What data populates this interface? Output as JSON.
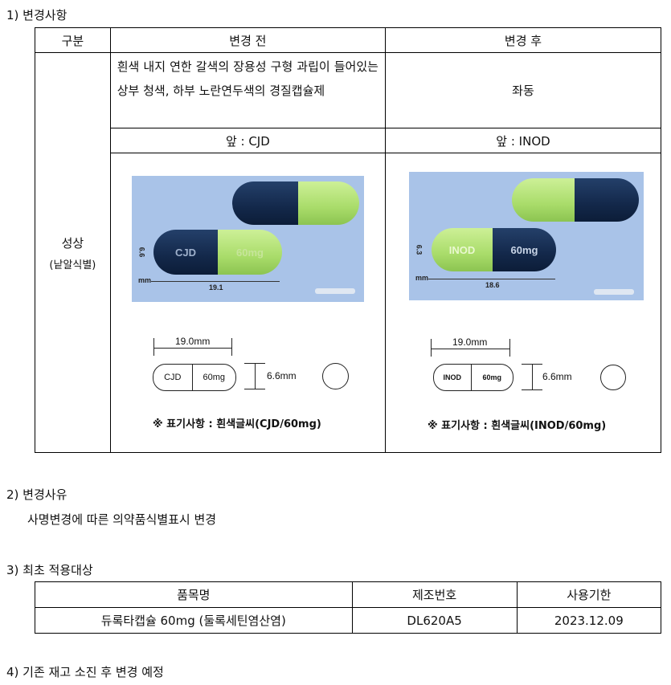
{
  "section1": {
    "title": "1) 변경사항",
    "col_header_category": "구분",
    "col_header_before": "변경 전",
    "col_header_after": "변경 후",
    "row_label": "성상",
    "row_sublabel": "(낱알식별)",
    "before_description": "흰색 내지 연한 갈색의 장용성 구형 과립이 들어있는 상부 청색, 하부 노란연두색의 경질캡슐제",
    "after_description": "좌동",
    "before_front": "앞 : CJD",
    "after_front": "앞 : INOD",
    "before_capsule": {
      "left": "CJD",
      "right": "60mg",
      "diameter": "6.6",
      "unit": "mm",
      "length": "19.1"
    },
    "after_capsule": {
      "left": "INOD",
      "right": "60mg",
      "diameter": "6.3",
      "unit": "mm",
      "length": "18.6"
    },
    "before_drawing": {
      "length": "19.0mm",
      "left": "CJD",
      "right": "60mg",
      "height": "6.6mm",
      "note": "※ 표기사항 : 흰색글씨(CJD/60mg)"
    },
    "after_drawing": {
      "length": "19.0mm",
      "left": "INOD",
      "right": "60mg",
      "height": "6.6mm",
      "note": "※ 표기사항 : 흰색글씨(INOD/60mg)"
    }
  },
  "section2": {
    "title": "2) 변경사유",
    "body": "사명변경에 따른 의약품식별표시 변경"
  },
  "section3": {
    "title": "3) 최초 적용대상",
    "headers": [
      "품목명",
      "제조번호",
      "사용기한"
    ],
    "row": [
      "듀록타캡슐 60mg (둘록세틴염산염)",
      "DL620A5",
      "2023.12.09"
    ]
  },
  "section4": {
    "title": "4) 기존 재고 소진 후 변경 예정"
  }
}
